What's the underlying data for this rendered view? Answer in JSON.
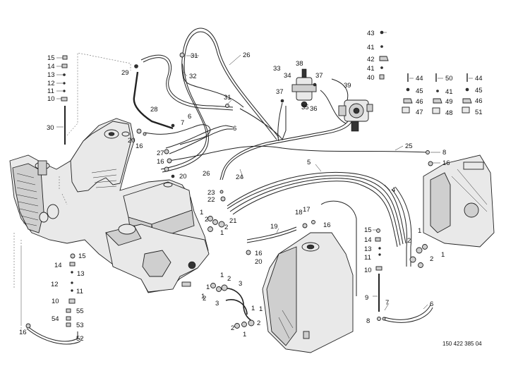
{
  "labels": {
    "n1": "1",
    "n2": "2",
    "n3": "3",
    "n4": "4",
    "n5": "5",
    "n6": "6",
    "n7": "7",
    "n8": "8",
    "n9": "9",
    "n10": "10",
    "n11": "11",
    "n12": "12",
    "n13": "13",
    "n14": "14",
    "n15": "15",
    "n16": "16",
    "n17": "17",
    "n18": "18",
    "n19": "19",
    "n20": "20",
    "n21": "21",
    "n22": "22",
    "n23": "23",
    "n24": "24",
    "n25": "25",
    "n26": "26",
    "n27": "27",
    "n28": "28",
    "n29": "29",
    "n30": "30",
    "n31": "31",
    "n32": "32",
    "n33": "33",
    "n34": "34",
    "n35": "35",
    "n36": "36",
    "n37": "37",
    "n38": "38",
    "n39": "39",
    "n40": "40",
    "n41": "41",
    "n42": "42",
    "n43": "43",
    "n44": "44",
    "n45": "45",
    "n46": "46",
    "n47": "47",
    "n48": "48",
    "n49": "49",
    "n50": "50",
    "n51": "51",
    "n52": "52",
    "n53": "53",
    "n54": "54",
    "n55": "55"
  },
  "drawing_reference": "150 422 385 04"
}
